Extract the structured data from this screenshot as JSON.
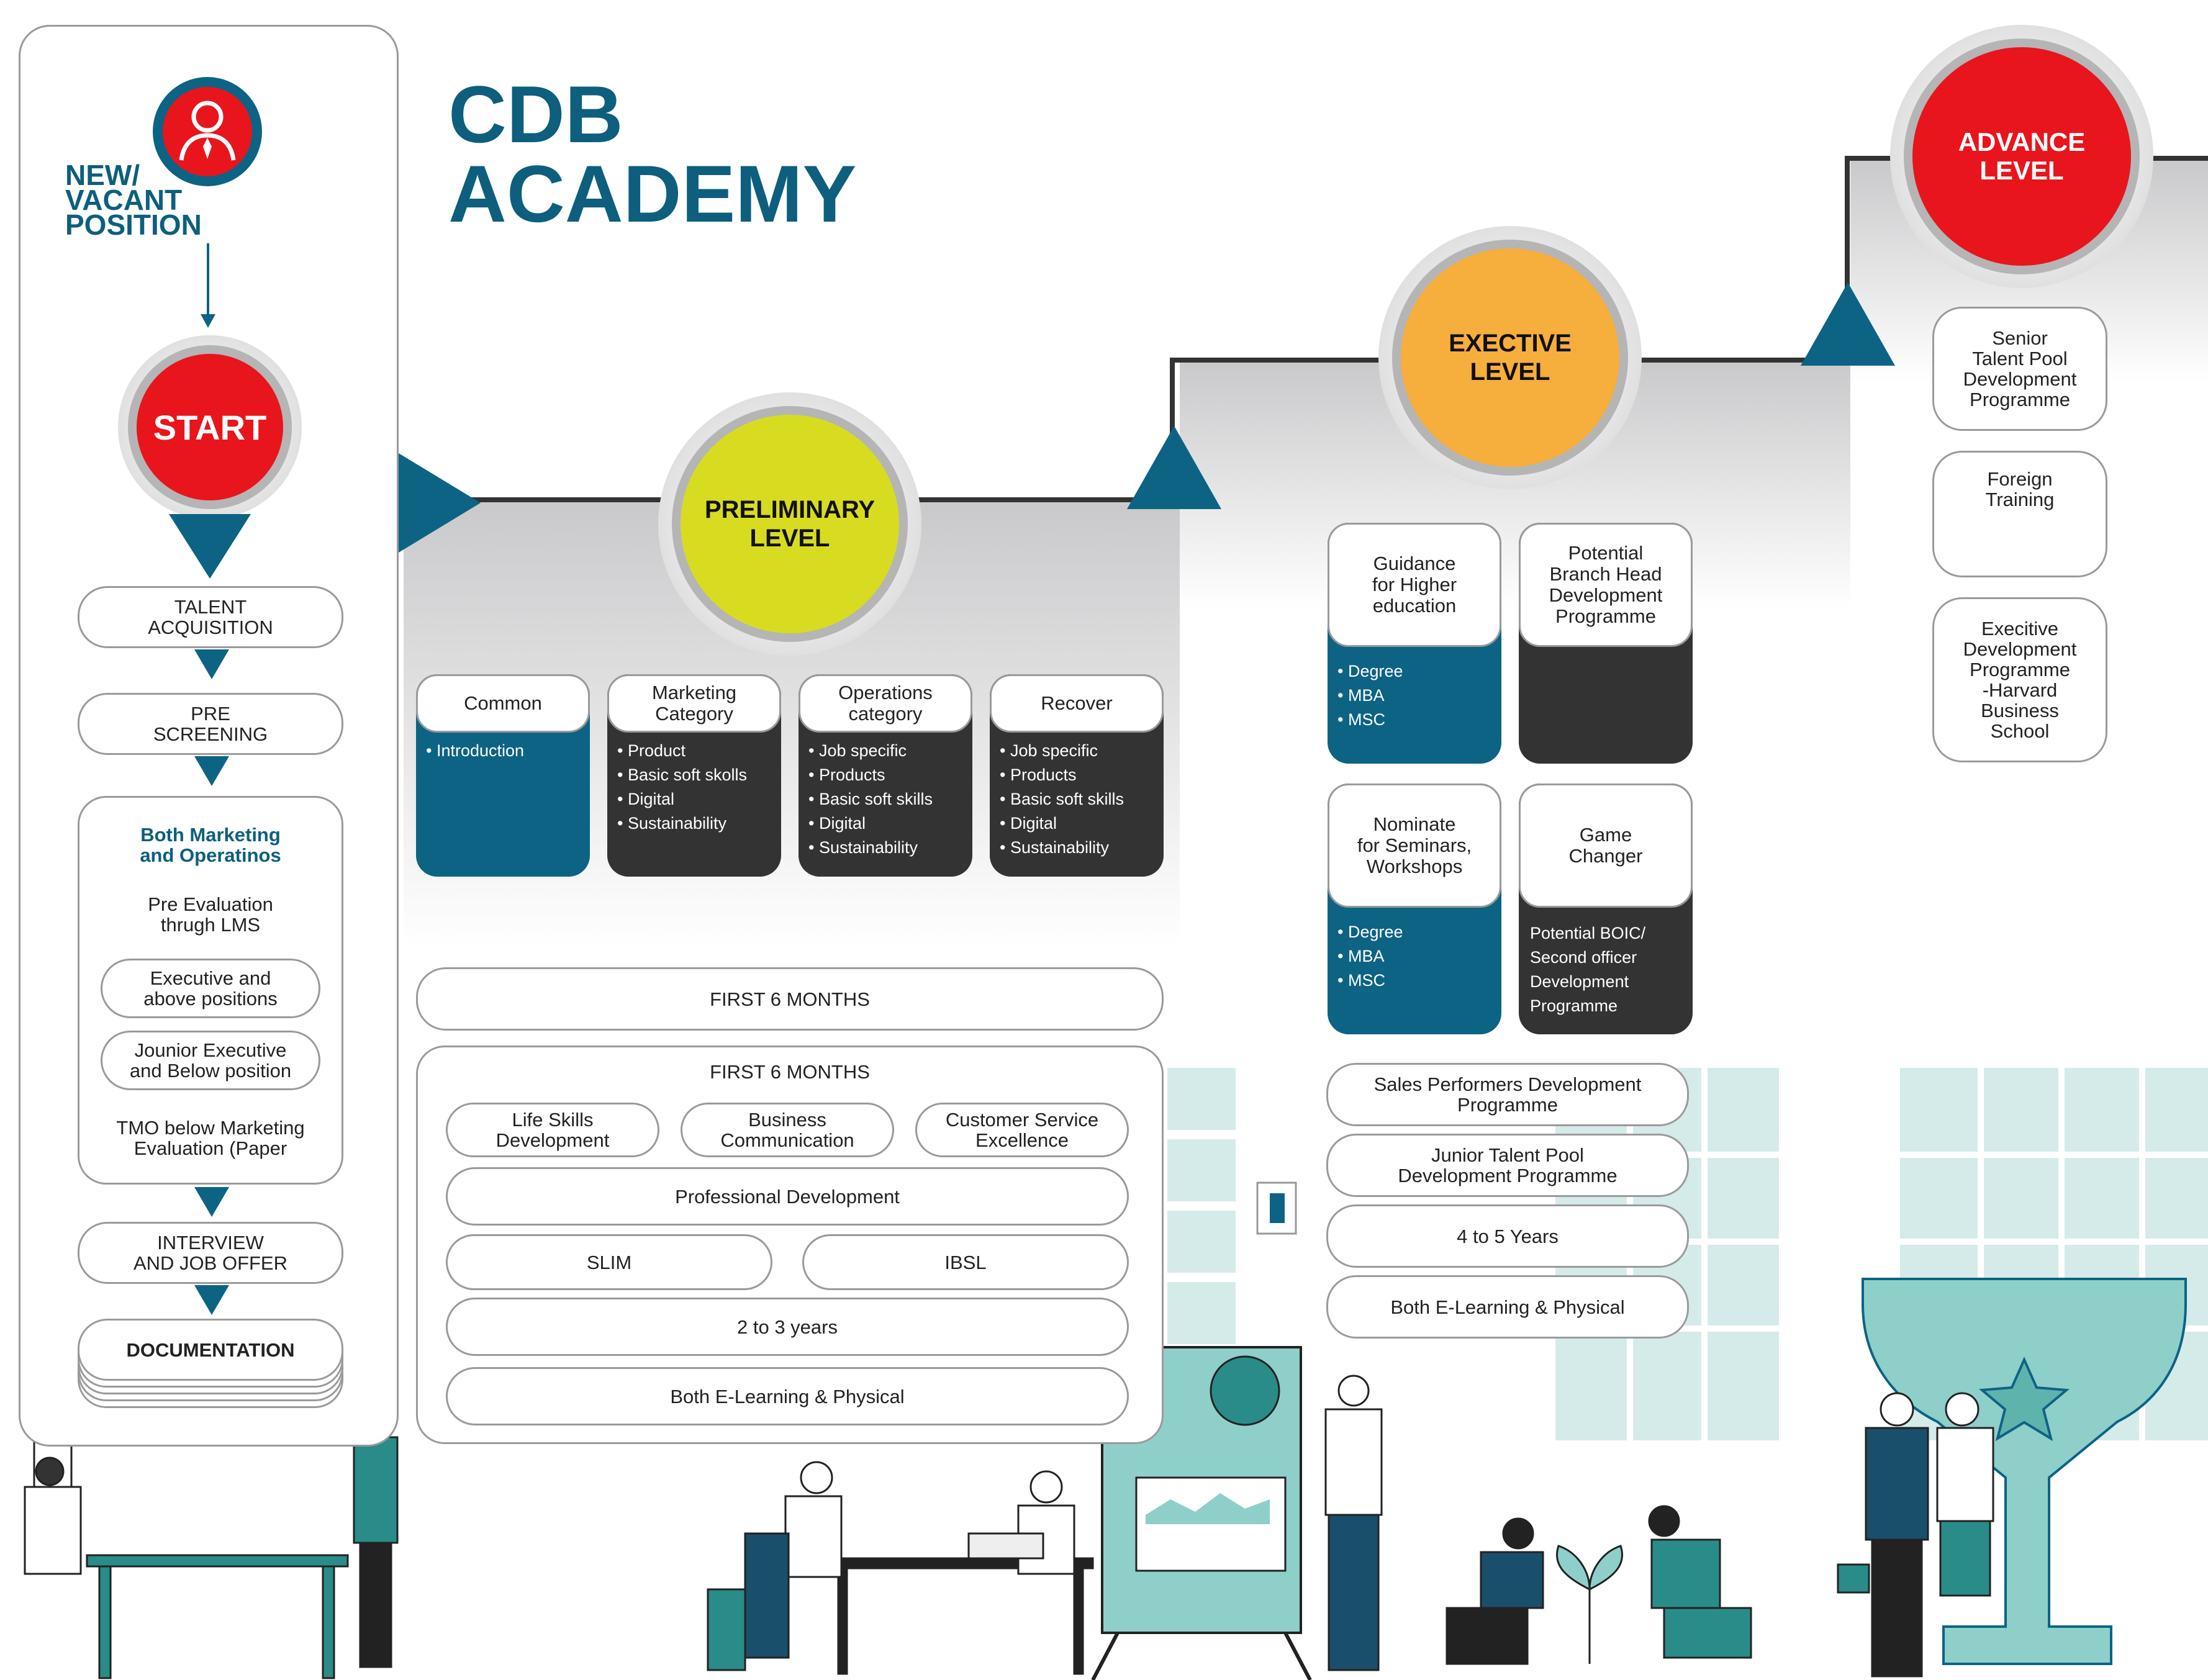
{
  "header": {
    "title_line1": "CDB",
    "title_line2": "ACADEMY"
  },
  "colors": {
    "teal": "#0d6383",
    "dark": "#333333",
    "red": "#e8151d",
    "yellow": "#d7dc21",
    "orange": "#f6ae3c"
  },
  "sidebar": {
    "new_position": "NEW/\nVACANT\nPOSITION",
    "start": "START",
    "talent": "TALENT\nACQUISITION",
    "pre_screening": "PRE\nSCREENING",
    "both_title": "Both Marketing\nand Operatinos",
    "pre_eval": "Pre Evaluation\nthrugh LMS",
    "exec_above": "Executive and\nabove positions",
    "junior_below": "Jounior Executive\nand Below position",
    "tmo": "TMO below Marketing\nEvaluation (Paper",
    "interview": "INTERVIEW\nAND JOB OFFER",
    "documentation": "DOCUMENTATION"
  },
  "preliminary": {
    "label": "PRELIMINARY\nLEVEL",
    "cards": [
      {
        "title": "Common",
        "items": [
          "Introduction"
        ]
      },
      {
        "title": "Marketing\nCategory",
        "items": [
          "Product",
          "Basic soft skolls",
          "Digital",
          "Sustainability"
        ]
      },
      {
        "title": "Operations\ncategory",
        "items": [
          "Job specific",
          "Products",
          "Basic soft skills",
          "Digital",
          "Sustainability"
        ]
      },
      {
        "title": "Recover",
        "items": [
          "Job specific",
          "Products",
          "Basic soft skills",
          "Digital",
          "Sustainability"
        ]
      }
    ],
    "first6_a": "FIRST 6 MONTHS",
    "first6_b": "FIRST 6 MONTHS",
    "life_skills": "Life Skills\nDevelopment",
    "business_comm": "Business\nCommunication",
    "customer_service": "Customer Service\nExcellence",
    "professional_dev": "Professional Development",
    "slim": "SLIM",
    "ibsl": "IBSL",
    "duration": "2 to 3 years",
    "mode": "Both E-Learning & Physical"
  },
  "executive": {
    "label": "EXECTIVE\nLEVEL",
    "guidance": {
      "title": "Guidance\nfor Higher\neducation",
      "items": [
        "Degree",
        "MBA",
        "MSC"
      ]
    },
    "branch_head": {
      "title": "Potential\nBranch Head\nDevelopment\nProgramme"
    },
    "nominate": {
      "title": "Nominate\nfor Seminars,\nWorkshops",
      "items": [
        "Degree",
        "MBA",
        "MSC"
      ]
    },
    "game_changer": {
      "title": "Game\nChanger",
      "text": "Potential BOIC/\nSecond officer\nDevelopment\nProgramme"
    },
    "sales": "Sales Performers Development\nProgramme",
    "junior_pool": "Junior Talent Pool\nDevelopment Programme",
    "duration": "4 to 5 Years",
    "mode": "Both E-Learning & Physical"
  },
  "advance": {
    "label": "ADVANCE\nLEVEL",
    "senior": "Senior\nTalent Pool\nDevelopment\nProgramme",
    "foreign": "Foreign\nTraining",
    "harvard": "Execitive\nDevelopment\nProgramme\n-Harvard\nBusiness\nSchool"
  }
}
